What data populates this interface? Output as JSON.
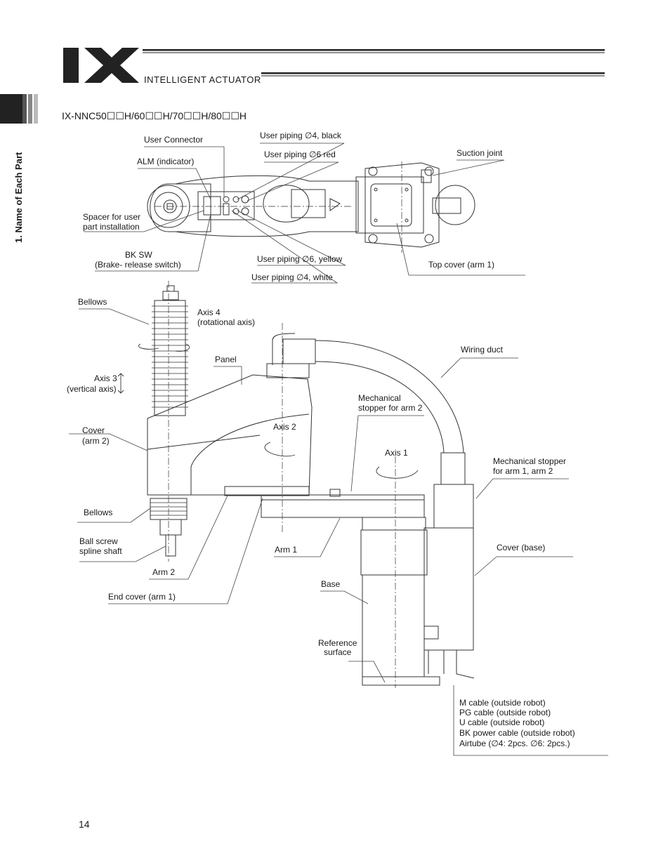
{
  "header": {
    "logo": "IX",
    "brand": "INTELLIGENT ACTUATOR"
  },
  "side_tab": {
    "label": "1. Name of Each Part"
  },
  "model": "IX-NNC50☐☐H/60☐☐H/70☐☐H/80☐☐H",
  "top_view": {
    "user_connector": "User Connector",
    "alm_indicator": "ALM (indicator)",
    "spacer_1": "Spacer for user",
    "spacer_2": "part installation",
    "bk_sw_1": "BK SW",
    "bk_sw_2": "(Brake- release switch)",
    "piping_4_black": "User piping ∅4, black",
    "piping_6_red": "User piping ∅6 red",
    "piping_6_yellow": "User piping ∅6, yellow",
    "piping_4_white": "User piping ∅4, white",
    "suction_joint": "Suction joint",
    "top_cover": "Top cover (arm 1)"
  },
  "side_view": {
    "bellows_top": "Bellows",
    "axis4_1": "Axis 4",
    "axis4_2": "(rotational axis)",
    "panel": "Panel",
    "axis3_1": "Axis 3",
    "axis3_2": "(vertical axis)",
    "cover_arm2_1": "Cover",
    "cover_arm2_2": "(arm 2)",
    "axis2": "Axis 2",
    "wiring_duct": "Wiring duct",
    "mech_stop_arm2_1": "Mechanical",
    "mech_stop_arm2_2": "stopper for arm 2",
    "axis1": "Axis 1",
    "mech_stop_arm12_1": "Mechanical stopper",
    "mech_stop_arm12_2": "for arm 1, arm 2",
    "bellows_bottom": "Bellows",
    "ball_screw_1": "Ball screw",
    "ball_screw_2": "spline shaft",
    "arm1": "Arm 1",
    "cover_base": "Cover (base)",
    "arm2": "Arm 2",
    "base": "Base",
    "end_cover": "End cover (arm 1)",
    "ref_surface_1": "Reference",
    "ref_surface_2": "surface",
    "cables": [
      "M cable (outside robot)",
      "PG cable (outside robot)",
      "U cable (outside robot)",
      "BK power cable (outside robot)",
      "Airtube (∅4: 2pcs. ∅6: 2pcs.)"
    ]
  },
  "page_number": "14"
}
